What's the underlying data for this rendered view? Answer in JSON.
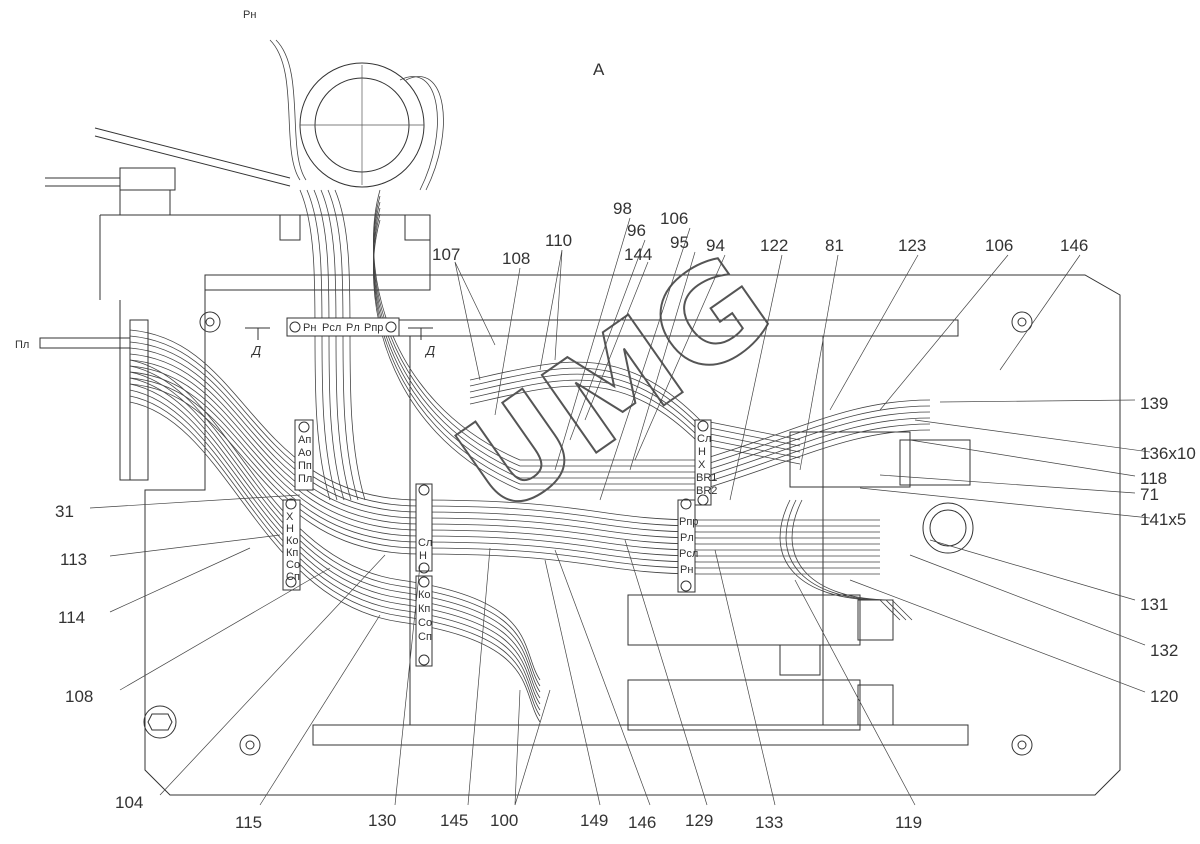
{
  "title": "А",
  "top_mark": "Рн",
  "left_mark": "Пл",
  "section_marks": [
    "Д",
    "Д"
  ],
  "watermark": "UMG",
  "brackets": {
    "top": [
      "Рн",
      "Рсл",
      "Рл",
      "Рпр"
    ],
    "left_upper": [
      "Ап",
      "Ао",
      "Пп",
      "Пл"
    ],
    "left_lower": [
      "Х",
      "Н",
      "Ко",
      "Кп",
      "Со",
      "Сп"
    ],
    "middle_upper": [
      "Сл",
      "Н"
    ],
    "middle_lower": [
      "Ко",
      "Кп",
      "Со",
      "Сп"
    ],
    "right_upper": [
      "Сл",
      "Н",
      "Х",
      "BR1",
      "BR2"
    ],
    "right_lower": [
      "Рпр",
      "Рл",
      "Рсл",
      "Рн"
    ]
  },
  "callouts": {
    "top": [
      "107",
      "108",
      "110",
      "98",
      "96",
      "144",
      "106",
      "95",
      "94",
      "122",
      "81",
      "123",
      "106",
      "146"
    ],
    "right": [
      "139",
      "136x10",
      "118",
      "71",
      "141x5",
      "131",
      "132",
      "120"
    ],
    "left": [
      "31",
      "113",
      "114",
      "108"
    ],
    "bottom": [
      "104",
      "115",
      "130",
      "145",
      "100",
      "149",
      "146",
      "129",
      "133",
      "119"
    ]
  }
}
